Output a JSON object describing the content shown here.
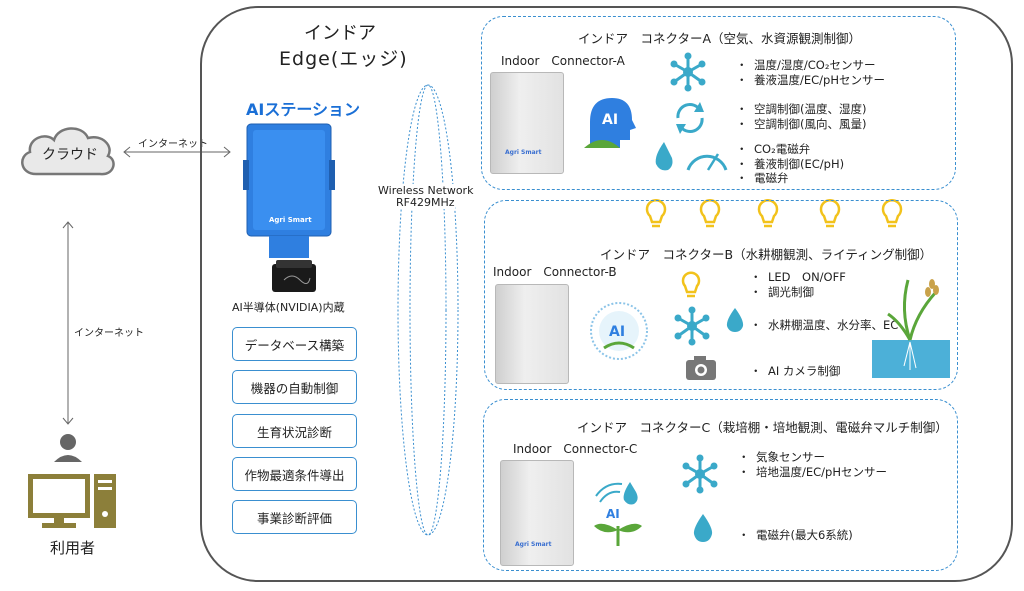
{
  "cloud": {
    "label": "クラウド"
  },
  "connections": {
    "internet_horizontal": "インターネット",
    "internet_vertical": "インターネット"
  },
  "user": {
    "label": "利用者"
  },
  "edge": {
    "title_line1": "インドア",
    "title_line2": "Edge(エッジ)"
  },
  "ai_station": {
    "title": "AIステーション",
    "brand": "Agri Smart",
    "chip_label": "AI半導体(NVIDIA)内蔵"
  },
  "functions": [
    "データベース構築",
    "機器の自動制御",
    "生育状況診断",
    "作物最適条件導出",
    "事業診断評価"
  ],
  "wireless": {
    "line1": "Wireless Network",
    "line2": "RF429MHz"
  },
  "connector_a": {
    "title": "インドア　コネクターA（空気、水資源観測制御）",
    "device_label": "Indoor　Connector-A",
    "brand": "Agri Smart",
    "sensors": [
      "温度/湿度/CO₂センサー",
      "養液温度/EC/pHセンサー"
    ],
    "controls": [
      "空調制御(温度、湿度)",
      "空調制御(風向、風量)"
    ],
    "valves": [
      "CO₂電磁弁",
      "養液制御(EC/pH)",
      "電磁弁"
    ]
  },
  "connector_b": {
    "title": "インドア　コネクターB（水耕棚観測、ライティング制御）",
    "device_label": "Indoor　Connector-B",
    "lighting": [
      "LED　ON/OFF",
      "調光制御"
    ],
    "sensors": [
      "水耕棚温度、水分率、EC"
    ],
    "camera": [
      "AI カメラ制御"
    ]
  },
  "connector_c": {
    "title": "インドア　コネクターC（栽培棚・培地観測、電磁弁マルチ制御）",
    "device_label": "Indoor　Connector-C",
    "brand": "Agri Smart",
    "sensors": [
      "気象センサー",
      "培地温度/EC/pHセンサー"
    ],
    "valves": [
      "電磁弁(最大6系統)"
    ]
  },
  "ai_badge": {
    "text": "AI"
  },
  "colors": {
    "blue_accent": "#3a8fd0",
    "ai_title": "#1a6fd6",
    "device_blue": "#2f7fe0",
    "teal": "#3aa9c9",
    "bulb_yellow": "#f2c21b",
    "plant_green": "#5aa63a",
    "user_olive": "#8c7f3a"
  }
}
